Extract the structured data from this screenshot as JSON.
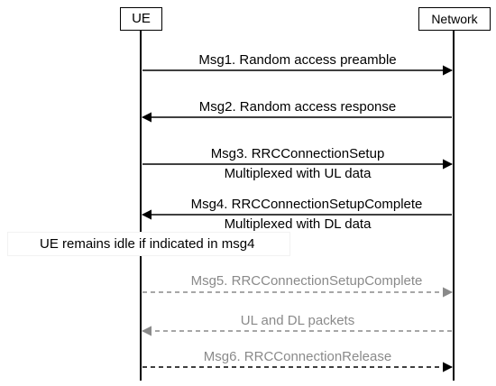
{
  "actors": {
    "ue": "UE",
    "network": "Network"
  },
  "messages": [
    {
      "label": "Msg1. Random access preamble",
      "direction": "ue-to-network",
      "style": "solid",
      "color": "#000000"
    },
    {
      "label": "Msg2. Random access response",
      "direction": "network-to-ue",
      "style": "solid",
      "color": "#000000"
    },
    {
      "label": "Msg3. RRCConnectionSetup",
      "sublabel": "Multiplexed with UL data",
      "direction": "ue-to-network",
      "style": "solid",
      "color": "#000000"
    },
    {
      "label": "Msg4. RRCConnectionSetupComplete",
      "sublabel": "Multiplexed with DL data",
      "direction": "network-to-ue",
      "style": "solid",
      "color": "#000000"
    },
    {
      "label": "Msg5. RRCConnectionSetupComplete",
      "direction": "ue-to-network",
      "style": "dashed",
      "color": "#8a8a8a"
    },
    {
      "label": "UL and DL packets",
      "direction": "network-to-ue",
      "style": "dashed",
      "color": "#8a8a8a"
    },
    {
      "label": "Msg6. RRCConnectionRelease",
      "direction": "ue-to-network",
      "style": "dashed",
      "color": "#000000"
    }
  ],
  "note": "UE remains idle if indicated in msg4",
  "colors": {
    "solid": "#000000",
    "optional": "#8a8a8a"
  }
}
